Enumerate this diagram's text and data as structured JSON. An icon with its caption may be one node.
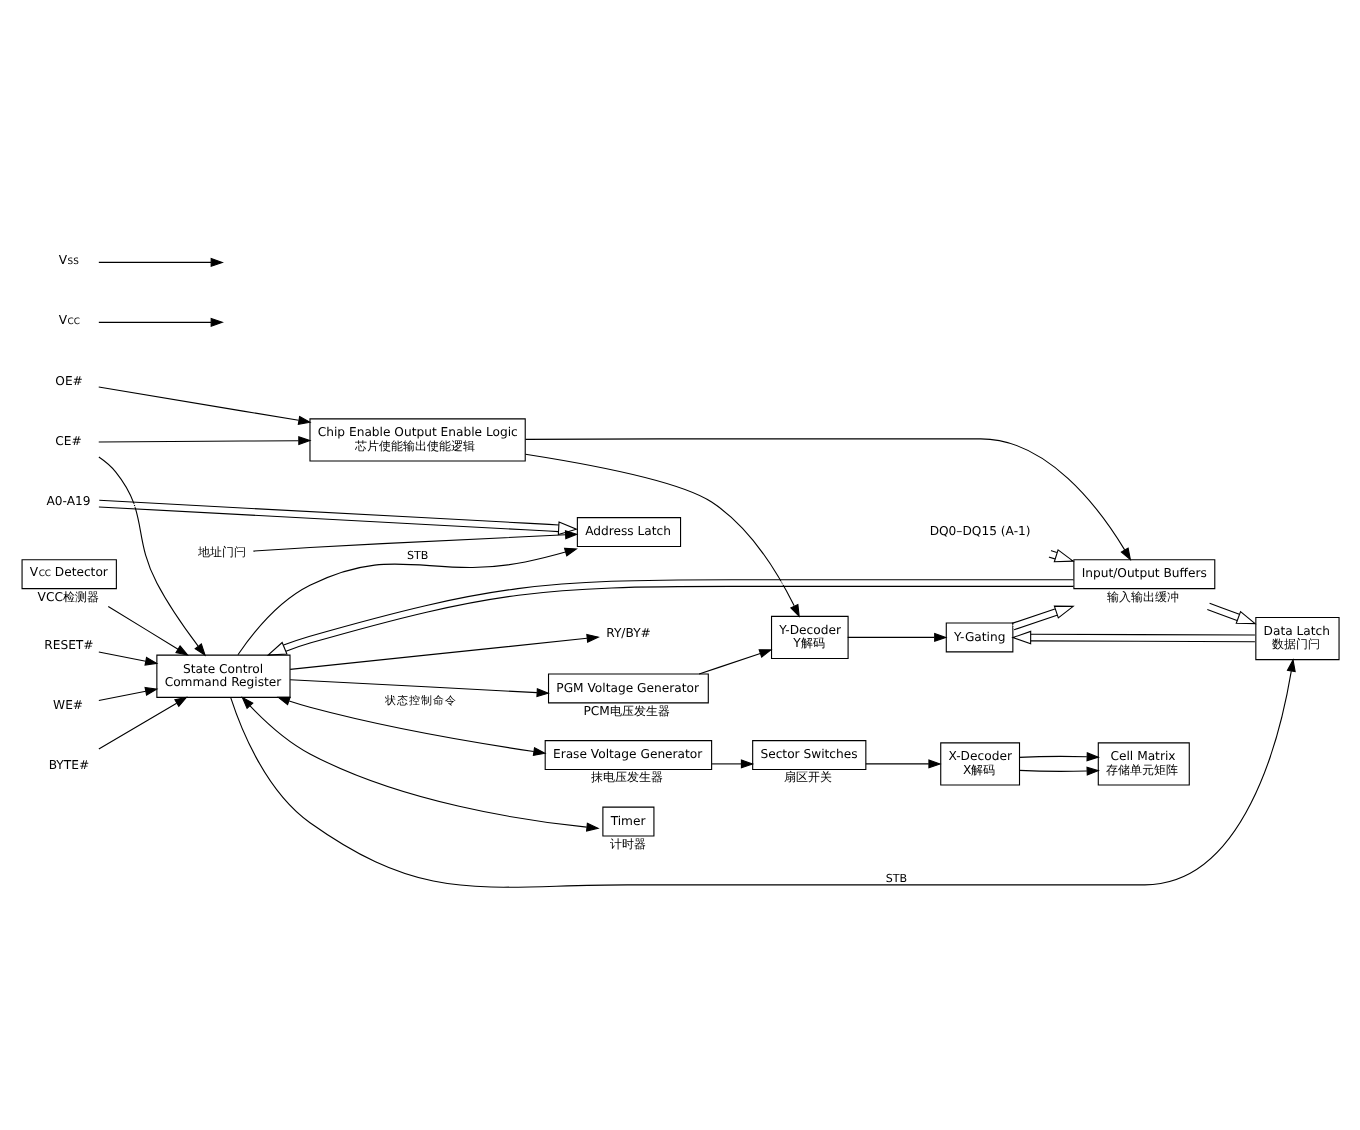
{
  "diagram": {
    "nodes": [
      {
        "text": [
          "RY/BY#"
        ]
      },
      {
        "text": [
          "V$_{CC}$"
        ]
      },
      {
        "text": [
          "V$_{SS}$"
        ]
      },
      {
        "text": [
          "RESET#"
        ]
      },
      {
        "text": [
          "WE#"
        ]
      },
      {
        "text": [
          "BYTE#"
        ]
      },
      {
        "text": [
          "CE#"
        ]
      },
      {
        "text": [
          "OE#"
        ]
      },
      {
        "text": [
          "A0-A19"
        ]
      },
      {
        "text": [
          "DQ0–DQ15 (A-1)"
        ]
      },
      {
        "text": [
          "State Control",
          "Command Register"
        ]
      },
      {
        "text": [
          "Sector Switches"
        ],
        "beside": [
          "扇区开关"
        ]
      },
      {
        "text": [
          "Erase Voltage Generator"
        ],
        "beside": [
          "抹电压发生器"
        ]
      },
      {
        "text": [
          "PGM Voltage Generator"
        ],
        "beside": [
          "PCM电压发生器"
        ]
      },
      {
        "text": [
          "Chip Enable Output Enable Logic",
          "芯片使能输出使能逻辑"
        ]
      },
      {
        "text": [
          "Input/Output Buffers"
        ],
        "beside": [
          "输入输出缓冲"
        ]
      },
      {
        "text": [
          "Data Latch",
          "数据门闩"
        ]
      },
      {
        "text": [
          "V$_{CC}$ Detector"
        ],
        "beside": [
          "VCC检测器"
        ]
      },
      {
        "text": [
          "Timer"
        ],
        "beside": [
          "计时器"
        ]
      },
      {
        "text": [
          "Address Latch"
        ]
      },
      {
        "text": [
          "地址门闩"
        ]
      },
      {
        "text": [
          "Y-Decoder",
          "Y解码"
        ]
      },
      {
        "text": [
          "X-Decoder",
          "X解码"
        ]
      },
      {
        "text": [
          "Y-Gating"
        ]
      },
      {
        "text": [
          "Cell Matrix",
          "存储单元矩阵"
        ]
      }
    ],
    "edges": [
      {
        "from": 1,
        "to": null,
        "arrow": "to"
      },
      {
        "from": 2,
        "to": null,
        "arrow": "to"
      },
      {
        "from": 10,
        "to": 0,
        "arrow": "to"
      },
      {
        "from": 3,
        "to": 10,
        "arrow": "to"
      },
      {
        "from": 4,
        "to": 10,
        "arrow": "to"
      },
      {
        "from": 5,
        "to": 10,
        "arrow": "to"
      },
      {
        "from": 6,
        "to": 10,
        "arrow": "to"
      },
      {
        "from": 6,
        "to": 14,
        "arrow": "to"
      },
      {
        "from": 7,
        "to": 14,
        "arrow": "to"
      },
      {
        "from": 10,
        "to": 12,
        "arrow": "both",
        "label": "状态控制命令"
      },
      {
        "from": 10,
        "to": 13,
        "arrow": "to"
      },
      {
        "from": 12,
        "to": 11,
        "arrow": "to"
      },
      {
        "from": 15,
        "to": 10,
        "arrow": "to"
      },
      {
        "from": 14,
        "to": 15,
        "arrow": "to"
      },
      {
        "from": 9,
        "to": 15,
        "arrow": "both"
      },
      {
        "from": 15,
        "to": 16,
        "arrow": "to"
      },
      {
        "from": 23,
        "to": 15,
        "arrow": "to"
      },
      {
        "from": 16,
        "to": 23,
        "arrow": "to"
      },
      {
        "from": 17,
        "to": 10,
        "arrow": "to"
      },
      {
        "from": 10,
        "to": 18,
        "arrow": "both"
      },
      {
        "from": 10,
        "to": 19,
        "arrow": "to",
        "label": "STB"
      },
      {
        "from": 10,
        "to": 16,
        "arrow": "to",
        "label": "STB"
      },
      {
        "from": 13,
        "to": 21,
        "arrow": "to"
      },
      {
        "from": 14,
        "to": 21,
        "arrow": "to"
      },
      {
        "from": 11,
        "to": 22,
        "arrow": "to"
      },
      {
        "from": 8,
        "to": 19,
        "arrow": "to"
      },
      {
        "from": 20,
        "to": 19,
        "arrow": "to"
      },
      {
        "from": 21,
        "to": 23,
        "arrow": "to"
      },
      {
        "from": 22,
        "to": 24,
        "arrow": "to"
      },
      {
        "from": 22,
        "to": 24,
        "arrow": "to"
      }
    ]
  }
}
